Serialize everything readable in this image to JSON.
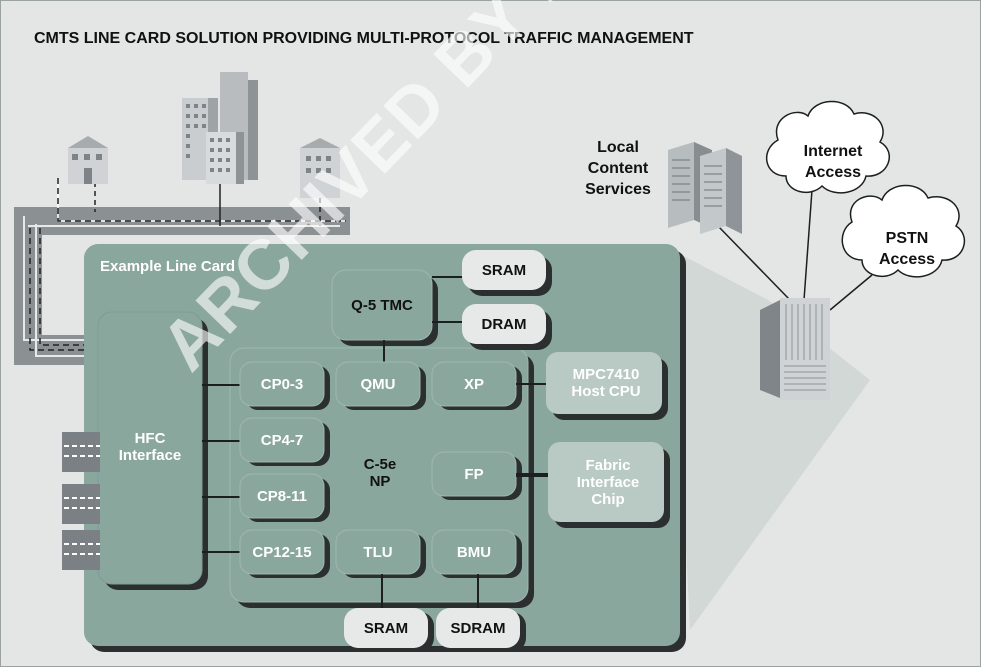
{
  "title": "CMTS LINE CARD SOLUTION PROVIDING MULTI-PROTOCOL TRAFFIC MANAGEMENT",
  "card_label": "Example Line Card",
  "blocks": {
    "sram_top": "SRAM",
    "dram": "DRAM",
    "q5tmc": "Q-5 TMC",
    "hfc": "HFC Interface",
    "cp0": "CP0-3",
    "cp4": "CP4-7",
    "cp8": "CP8-11",
    "cp12": "CP12-15",
    "qmu": "QMU",
    "xp": "XP",
    "fp": "FP",
    "tlu": "TLU",
    "bmu": "BMU",
    "np": "C-5e NP",
    "host_cpu": "MPC7410 Host CPU",
    "fabric": "Fabric Interface Chip",
    "sram_bottom": "SRAM",
    "sdram": "SDRAM"
  },
  "labels": {
    "local_content": "Local Content Services",
    "internet": "Internet Access",
    "pstn": "PSTN Access"
  },
  "watermark": "ARCHIVED BY FREESCALE SEMICONDUCTOR"
}
